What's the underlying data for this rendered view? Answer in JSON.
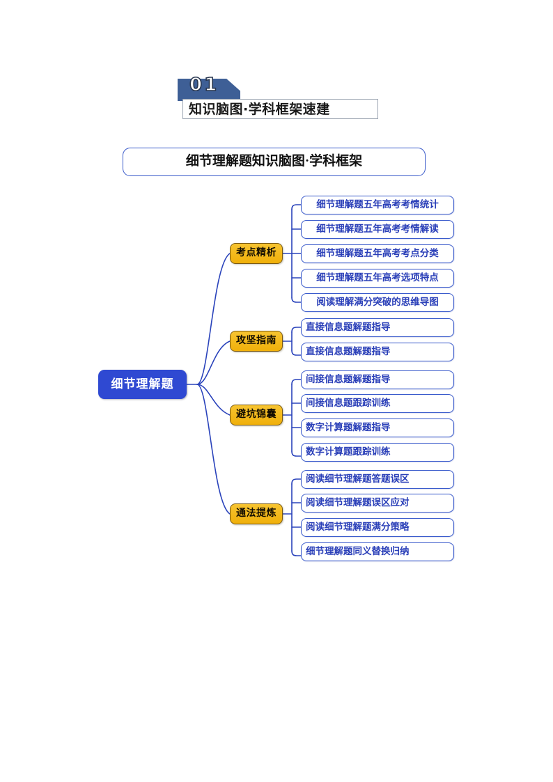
{
  "header": {
    "number": "01",
    "title": "知识脑图·学科框架速建"
  },
  "map": {
    "title": "细节理解题知识脑图·学科框架",
    "root": {
      "label": "细节理解题"
    },
    "branches": [
      {
        "label": "考点精析",
        "align": "center",
        "leaves": [
          "细节理解题五年高考考情统计",
          "细节理解题五年高考考情解读",
          "细节理解题五年高考考点分类",
          "细节理解题五年高考选项特点",
          "阅读理解满分突破的思维导图"
        ]
      },
      {
        "label": "攻坚指南",
        "align": "leftish",
        "leaves": [
          "直接信息题解题指导",
          "直接信息题解题指导"
        ]
      },
      {
        "label": "避坑锦囊",
        "align": "leftish",
        "leaves": [
          "间接信息题解题指导",
          "间接信息题跟踪训练",
          "数字计算题解题指导",
          "数字计算题跟踪训练"
        ]
      },
      {
        "label": "通法提炼",
        "align": "leftish",
        "leaves": [
          "阅读细节理解题答题误区",
          "阅读细节理解题误区应对",
          "阅读细节理解题满分策略",
          "细节理解题同义替换归纳"
        ]
      }
    ]
  },
  "colors": {
    "root_fill": "#2f49d2",
    "branch_fill": "#f2b90f",
    "branch_border": "#7a5a14",
    "leaf_border": "#3a5bcc",
    "leaf_text": "#2a3fb8",
    "connector": "#2a43bb",
    "banner_fill": "#3e5f96"
  }
}
